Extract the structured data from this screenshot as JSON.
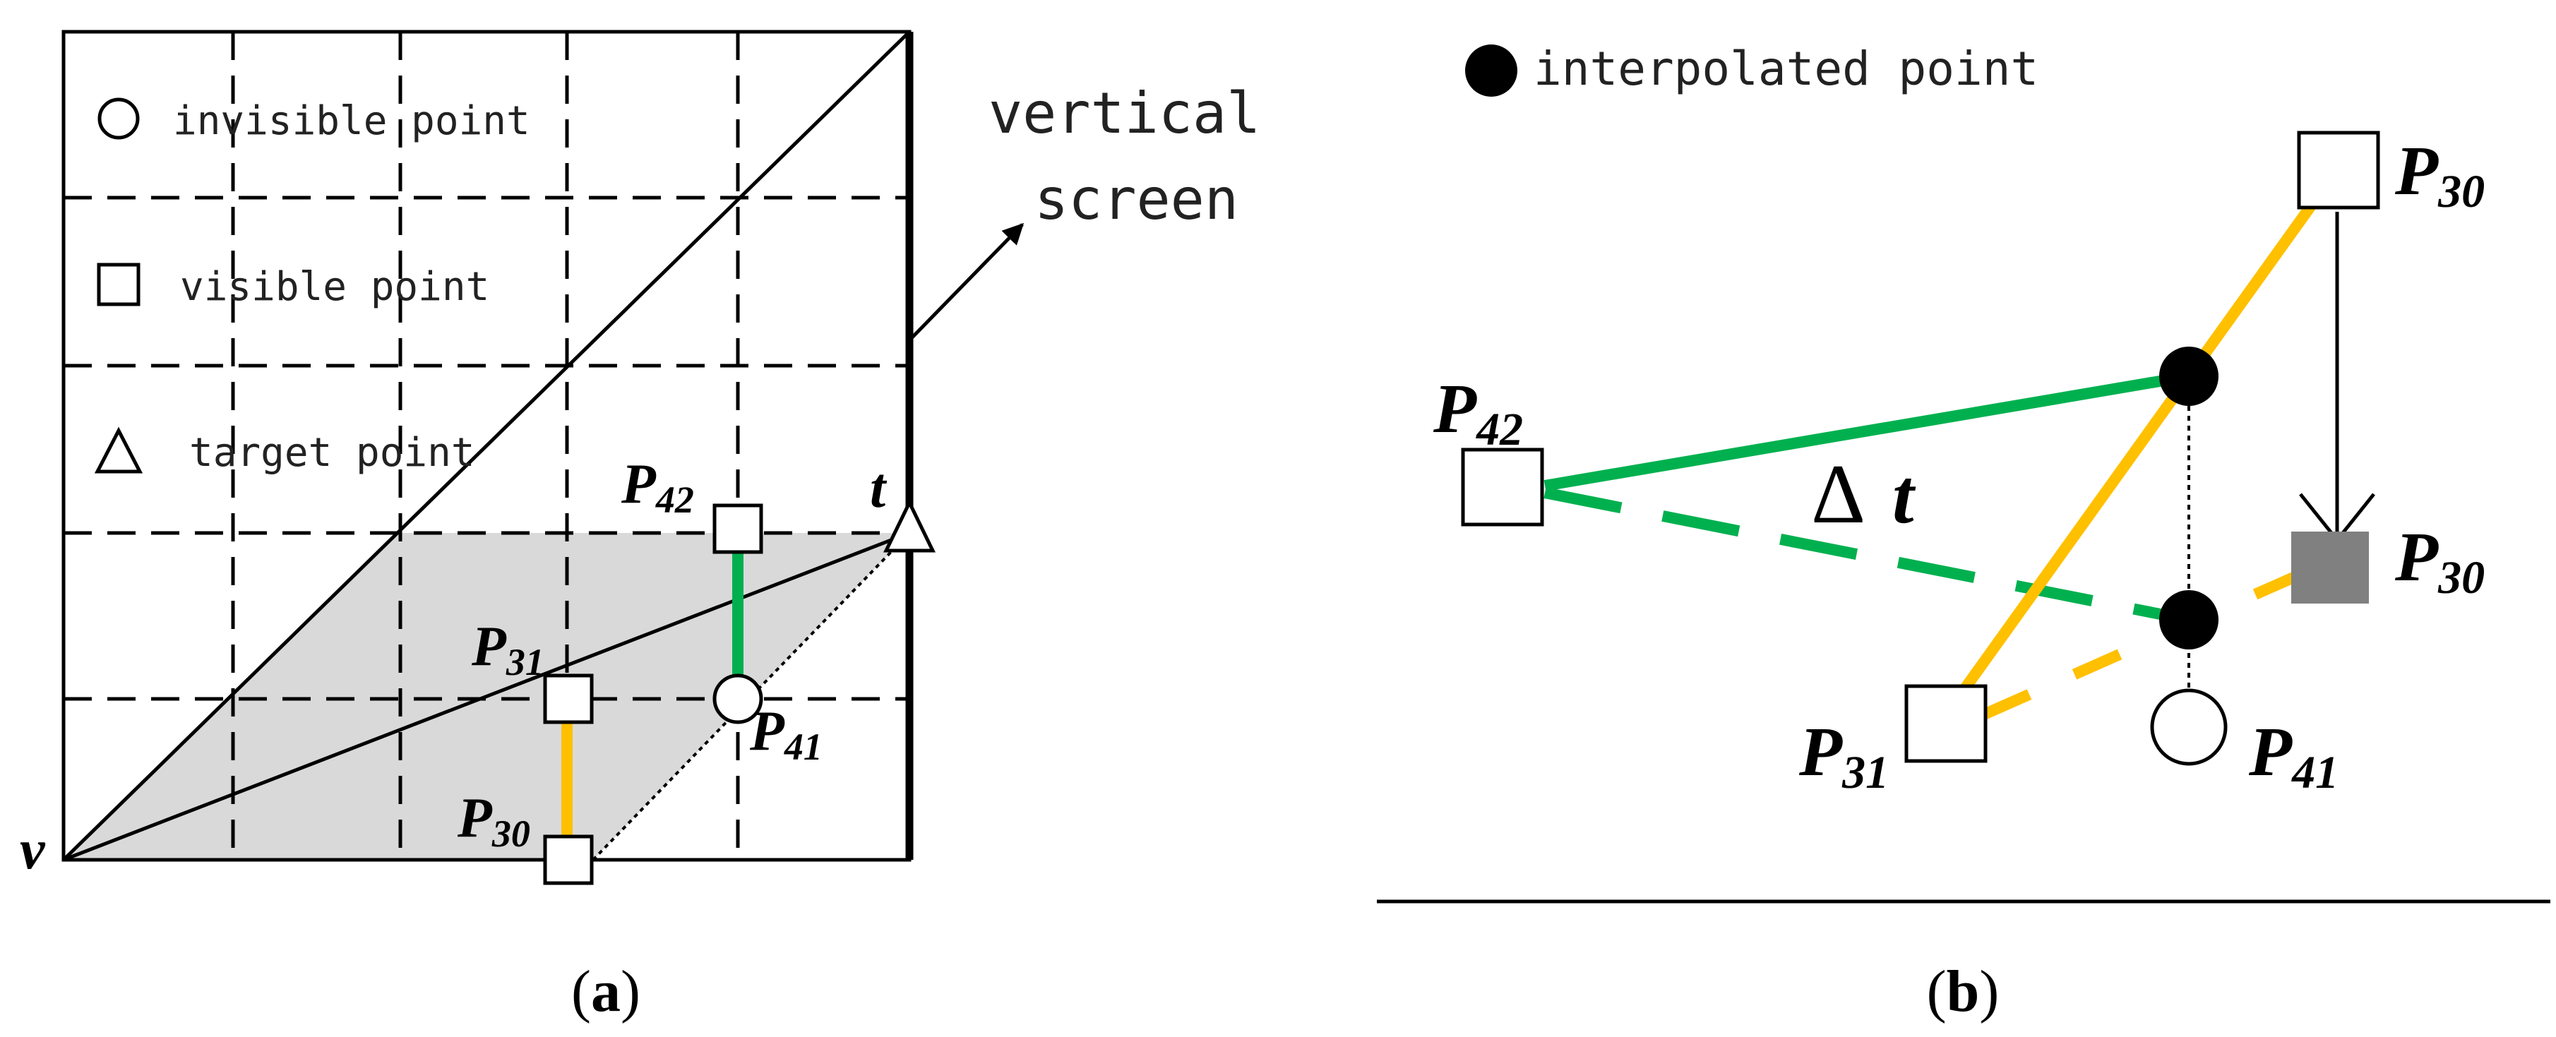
{
  "colors": {
    "green": "#00b04f",
    "orange": "#ffc000",
    "gray_fill": "#d9d9d9",
    "dark_gray": "#808080",
    "black": "#000000"
  },
  "panel_a": {
    "legend": {
      "invisible": "invisible point",
      "visible": "visible point",
      "target": "target point"
    },
    "screen_label_line1": "vertical",
    "screen_label_line2": "screen",
    "points": {
      "v": "v",
      "t": "t",
      "p42": {
        "base": "P",
        "sub": "42"
      },
      "p31": {
        "base": "P",
        "sub": "31"
      },
      "p30": {
        "base": "P",
        "sub": "30"
      },
      "p41": {
        "base": "P",
        "sub": "41"
      }
    },
    "caption": {
      "open": "(",
      "letter": "a",
      "close": ")"
    }
  },
  "panel_b": {
    "legend": {
      "interpolated": "interpolated point"
    },
    "delta_symbol": "Δ",
    "delta_var": "t",
    "points": {
      "p42": {
        "base": "P",
        "sub": "42"
      },
      "p30_top": {
        "base": "P",
        "sub": "30"
      },
      "p30_moved": {
        "base": "P",
        "sub": "30"
      },
      "p31": {
        "base": "P",
        "sub": "31"
      },
      "p41": {
        "base": "P",
        "sub": "41"
      }
    },
    "caption": {
      "open": "(",
      "letter": "b",
      "close": ")"
    }
  }
}
